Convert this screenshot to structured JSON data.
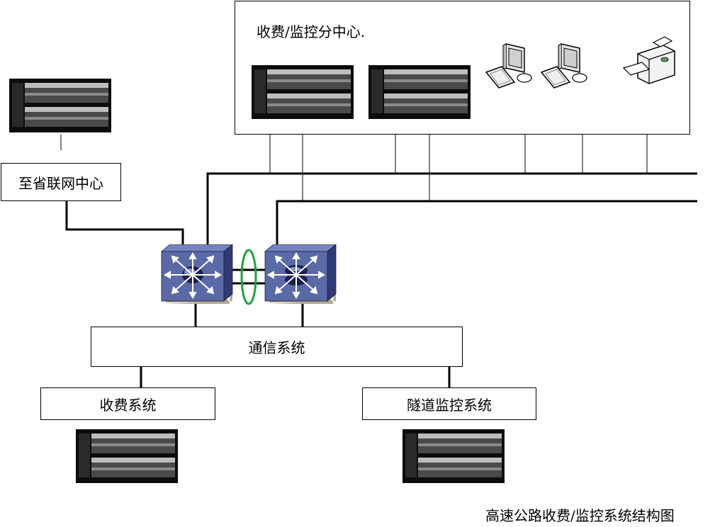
{
  "subcenter": {
    "title": "收费/监控分中心."
  },
  "provincial": {
    "label": "至省联网中心"
  },
  "comm": {
    "label": "通信系统"
  },
  "toll": {
    "label": "收费系统"
  },
  "tunnel": {
    "label": "隧道监控系统"
  },
  "caption": "高速公路收费/监控系统结构图",
  "colors": {
    "switch_face": "#5a6aa6",
    "switch_side": "#2e3a73",
    "ring": "#1aa33a",
    "line": "#000000"
  },
  "icons": [
    "server-rack-icon",
    "network-switch-icon",
    "desktop-pc-icon",
    "printer-icon"
  ]
}
